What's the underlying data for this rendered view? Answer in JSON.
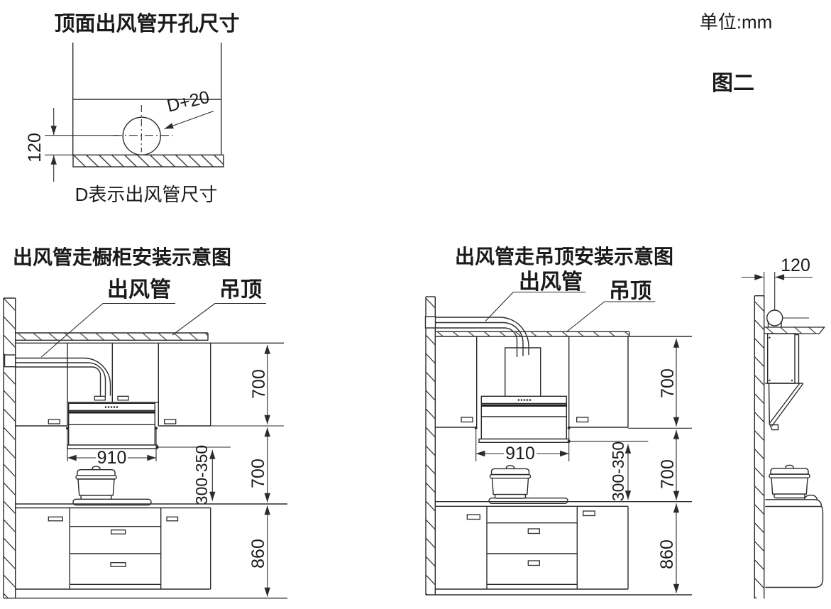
{
  "page": {
    "unit_label": "单位:mm",
    "figure_label": "图二"
  },
  "colors": {
    "line": "#2b2b2b",
    "text": "#1a1a1a",
    "background": "#ffffff"
  },
  "opening_diagram": {
    "title": "顶面出风管开孔尺寸",
    "caption": "D表示出风管尺寸",
    "hole_label": "D+20",
    "offset_dim": "120"
  },
  "cabinet_route_diagram": {
    "title": "出风管走橱柜安装示意图",
    "duct_label": "出风管",
    "ceiling_label": "吊顶",
    "dims": {
      "hood_width": "910",
      "hood_to_counter": "300-350",
      "upper_cabinet_height": "700",
      "cabinet_bottom_to_counter": "700",
      "counter_height": "860"
    }
  },
  "ceiling_route_diagram": {
    "title": "出风管走吊顶安装示意图",
    "duct_label": "出风管",
    "ceiling_label": "吊顶",
    "dims": {
      "hood_width": "910",
      "hood_to_counter": "300-350",
      "upper_cabinet_height": "700",
      "cabinet_bottom_to_counter": "700",
      "counter_height": "860"
    }
  },
  "side_view": {
    "wall_offset_dim": "120"
  }
}
